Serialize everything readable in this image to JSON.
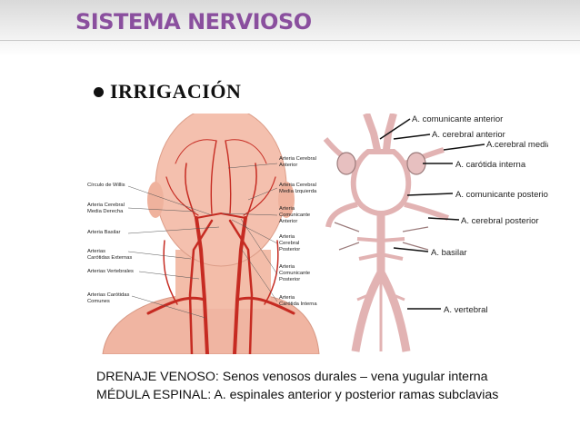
{
  "slide": {
    "title": "SISTEMA NERVIOSO",
    "bullet": "IRRIGACIÓN",
    "lines": [
      "DRENAJE VENOSO: Senos venosos durales – vena yugular interna",
      "MÉDULA ESPINAL: A. espinales anterior y posterior ramas subclavias"
    ]
  },
  "figure_left": {
    "labels_left": [
      "Círculo de Willis",
      "Arteria Cerebral",
      "Media Derecha",
      "Arteria Basilar",
      "Arterias",
      "Carótidas Externas",
      "Arterias Vertebrales",
      "Arterias Carótidas",
      "Comunes"
    ],
    "labels_right": [
      "Arteria Cerebral",
      "Anterior",
      "Arteria Cerebral",
      "Media Izquierda",
      "Arteria",
      "Comunicante",
      "Anterior",
      "Arteria",
      "Cerebral",
      "Posterior",
      "Arteria",
      "Comunicante",
      "Posterior",
      "Arteria",
      "Carótida Interna"
    ]
  },
  "figure_right": {
    "labels": [
      "A. comunicante anterior",
      "A. cerebral anterior",
      "A.cerebral media",
      "A. carótida interna",
      "A. comunicante posterior",
      "A. cerebral posterior",
      "A. basilar",
      "A. vertebral"
    ]
  },
  "colors": {
    "title": "#8a4f9e",
    "artery": "#c62b22",
    "skin": "#f1b8a6",
    "vessel_diagram": "#e2b3b3"
  }
}
